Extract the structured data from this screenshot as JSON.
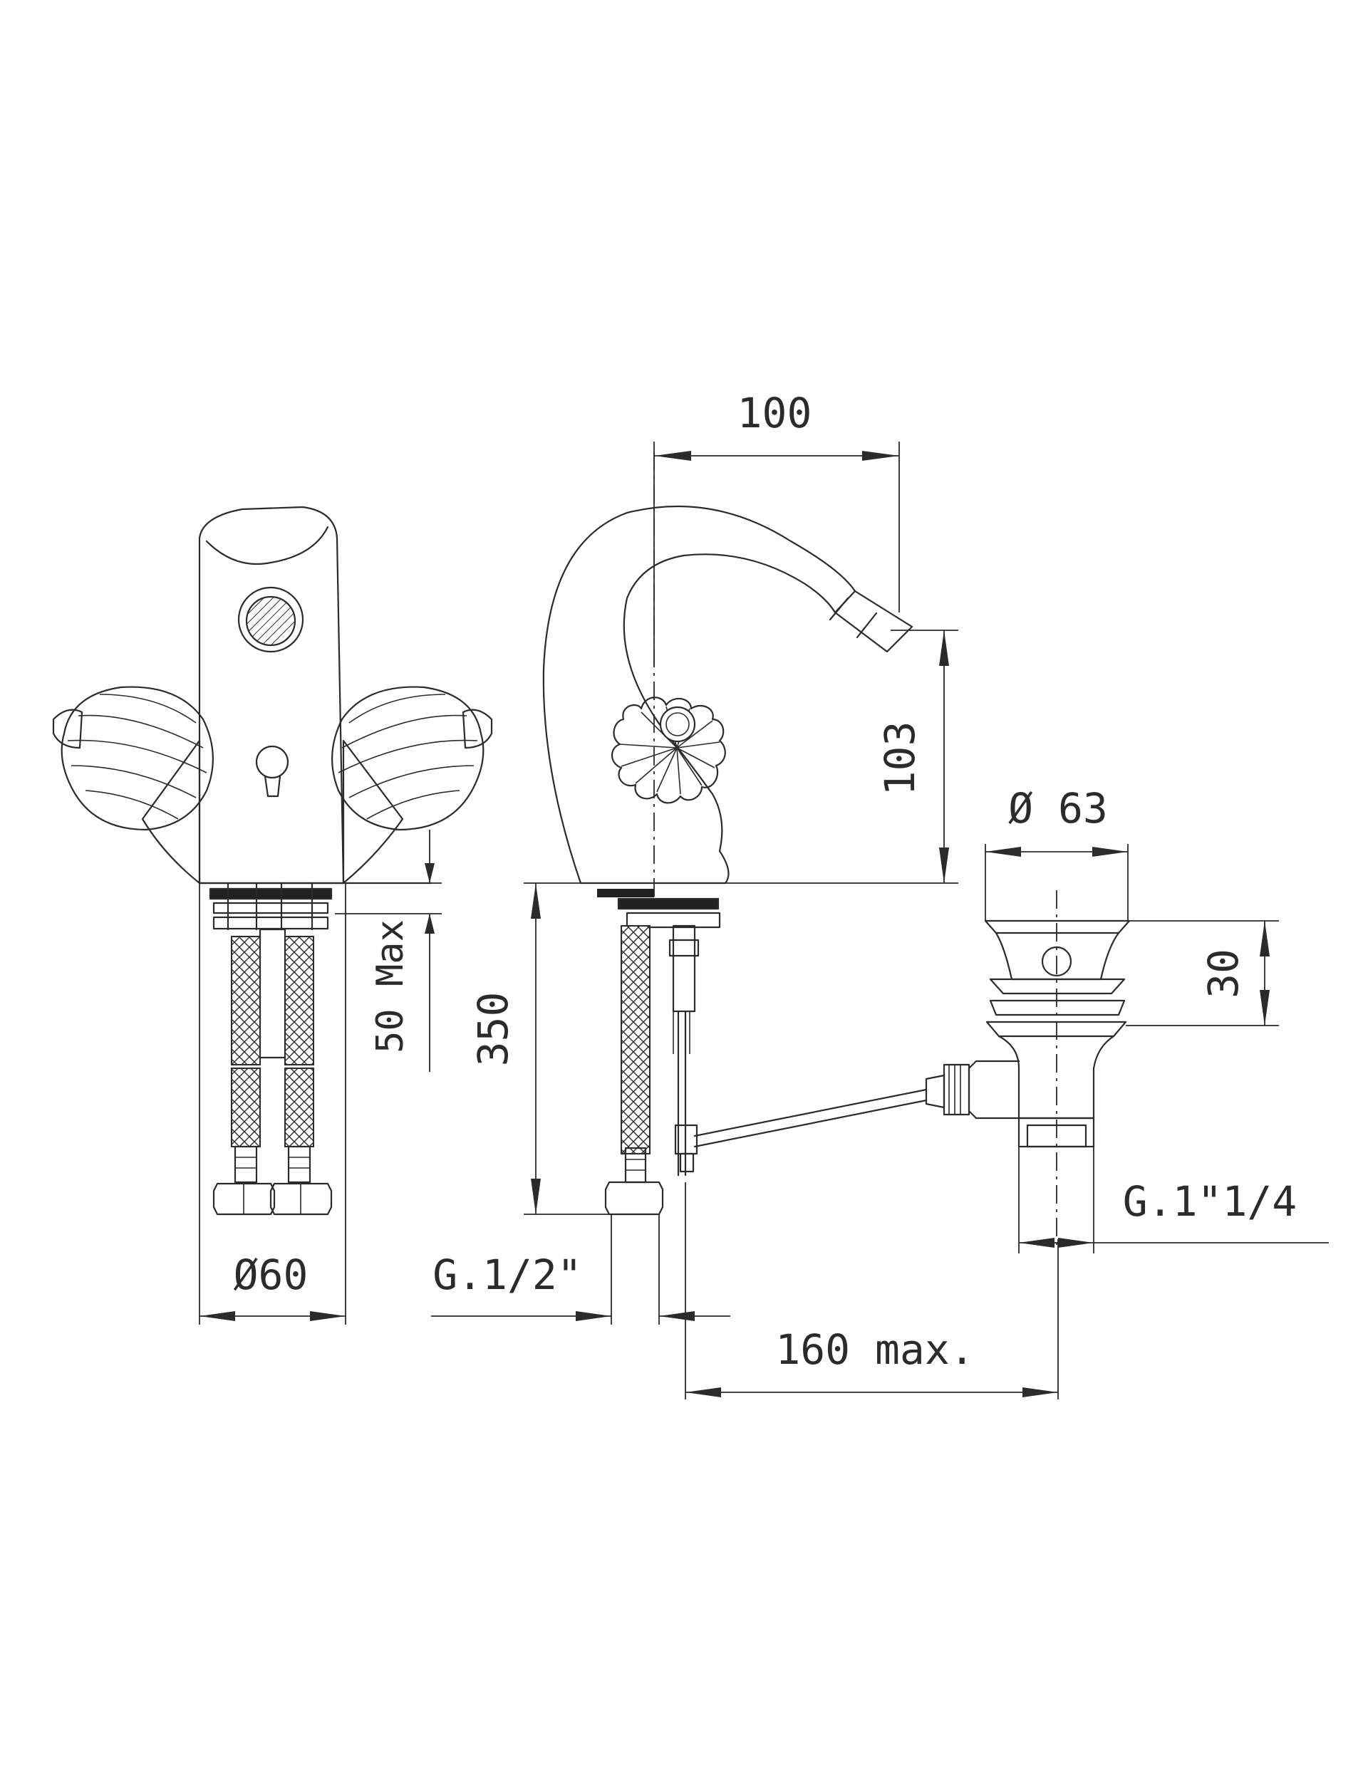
{
  "drawing": {
    "dimensions": {
      "spout_reach": "100",
      "spout_height": "103",
      "waste_diameter": "Ø 63",
      "waste_height": "30",
      "max_thickness": "50 Max",
      "hose_length": "350",
      "base_diameter": "Ø60",
      "inlet_thread": "G.1/2\"",
      "waste_thread": "G.1\"1/4",
      "rod_length": "160 max."
    }
  }
}
